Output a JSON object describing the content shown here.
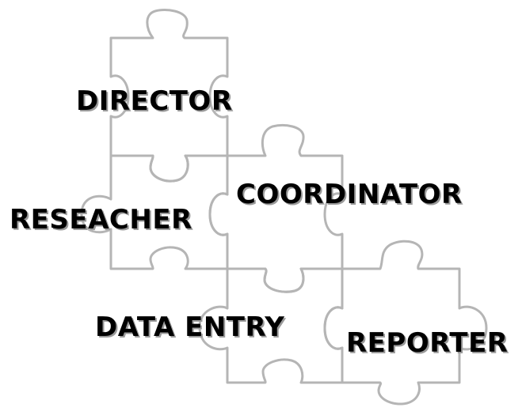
{
  "diagram": {
    "pieces": [
      {
        "id": "director"
      },
      {
        "id": "researcher"
      },
      {
        "id": "coordinator"
      },
      {
        "id": "data-entry"
      },
      {
        "id": "reporter"
      }
    ],
    "labels": {
      "director": "DIRECTOR",
      "researcher": "RESEACHER",
      "coordinator": "COORDINATOR",
      "data_entry": "DATA ENTRY",
      "reporter": "REPORTER"
    },
    "colors": {
      "outline": "#b5b5b5",
      "text": "#000000",
      "text_shadow": "#9a9a9a",
      "background": "#ffffff"
    }
  }
}
